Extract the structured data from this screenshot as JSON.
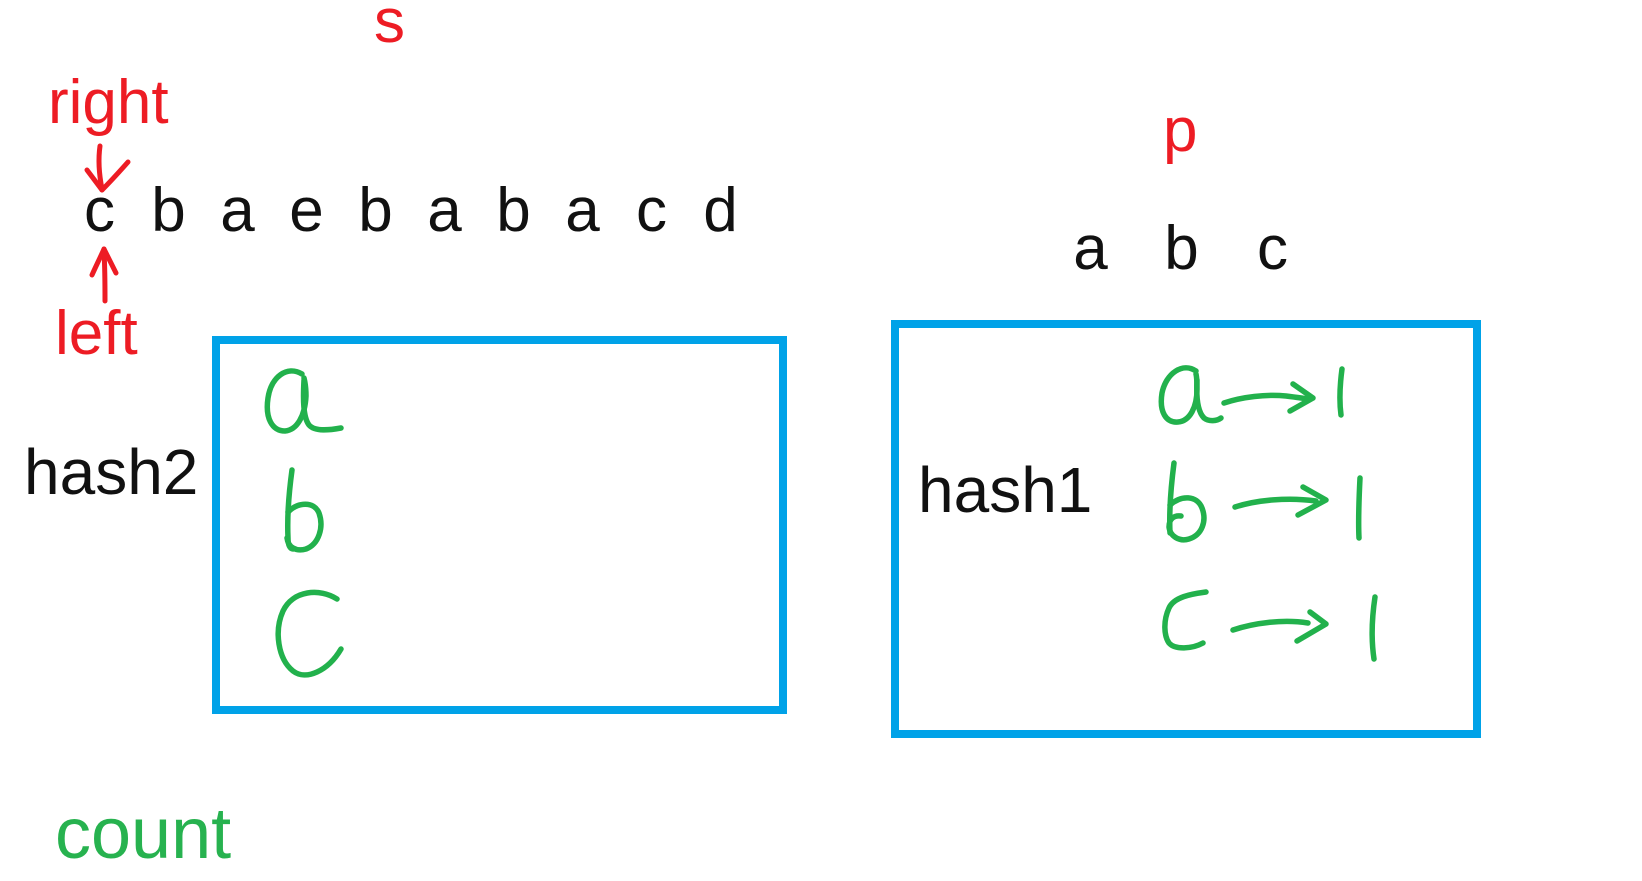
{
  "colors": {
    "box_border_blue": "#00A2E8",
    "ink_red": "#ED1C24",
    "ink_green": "#22B14C",
    "text_black": "#111111",
    "background": "#FFFFFF"
  },
  "labels": {
    "s_array": "s",
    "pattern": "p",
    "hash1": "hash1",
    "hash2": "hash2",
    "count": "count"
  },
  "pointers": {
    "right_label": "right",
    "left_label": "left"
  },
  "s_string": {
    "letters": [
      "c",
      "b",
      "a",
      "e",
      "b",
      "a",
      "b",
      "a",
      "c",
      "d"
    ]
  },
  "p_string": {
    "letters": [
      "a",
      "b",
      "c"
    ]
  },
  "hash1": {
    "entries": [
      {
        "key": "a",
        "arrow": "→",
        "value": "1",
        "display": "a → 1"
      },
      {
        "key": "b",
        "arrow": "→",
        "value": "1",
        "display": "b → 1"
      },
      {
        "key": "c",
        "arrow": "→",
        "value": "1",
        "display": "c → 1"
      }
    ]
  },
  "hash2": {
    "keys": [
      "a",
      "b",
      "c"
    ]
  }
}
